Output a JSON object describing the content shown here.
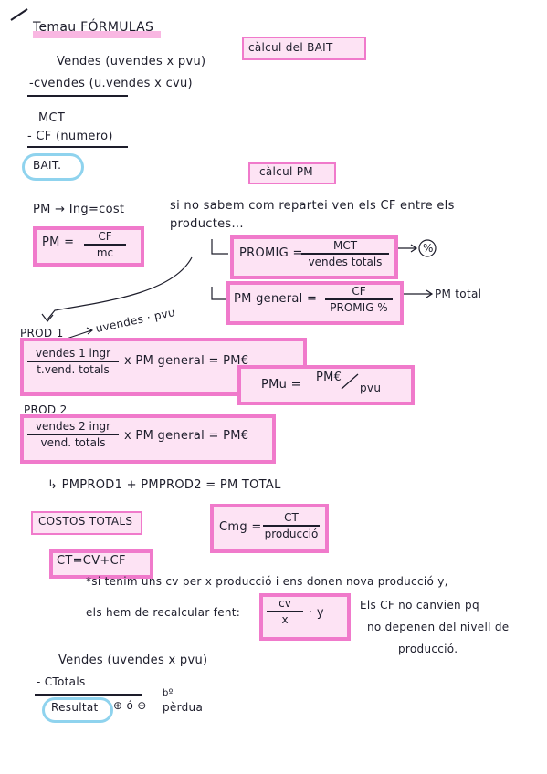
{
  "title": "Temau FÓRMULAS",
  "bait": {
    "heading": "càlcul del BAIT",
    "line1": "Vendes (uvendes x pvu)",
    "line2": "-cvendes (u.vendes x cvu)",
    "mct": "MCT",
    "cf": "- CF (numero)",
    "result": "BAIT."
  },
  "pm": {
    "heading": "càlcul PM",
    "intro": "PM → Ing=cost",
    "formula_lhs": "PM =",
    "formula_num": "CF",
    "formula_den": "mc",
    "note_line1": "si no sabem com repartei ven els CF entre els",
    "note_line2": "productes...",
    "promig_lhs": "PROMIG =",
    "promig_num": "MCT",
    "promig_den": "vendes totals",
    "percent_symbol": "%",
    "general_lhs": "PM general =",
    "general_num": "CF",
    "general_den": "PROMIG %",
    "general_arrow_label": "PM total",
    "prod1_label": "PROD 1",
    "prod1_arrow_label": "uvendes · pvu",
    "prod1_num": "vendes 1 ingr",
    "prod1_den": "t.vend. totals",
    "prod1_rhs": "x PM general = PM€",
    "pmu_lhs": "PMu =",
    "pmu_num": "PM€",
    "pmu_den": "pvu",
    "prod2_label": "PROD 2",
    "prod2_num": "vendes 2 ingr",
    "prod2_den": "vend. totals",
    "prod2_rhs": "x PM general = PM€",
    "sum": "↳ PMPROD1 + PMPROD2 = PM TOTAL"
  },
  "costs": {
    "heading": "COSTOS TOTALS",
    "cmg_lhs": "Cmg =",
    "cmg_num": "CT",
    "cmg_den": "producció",
    "ct_formula": "CT=CV+CF",
    "note_line1": "*si tenim uns cv per x producció i ens donen nova producció y,",
    "note_line2": "els hem de recalcular fent:",
    "frac_num": "cv",
    "frac_den": "x",
    "frac_mult": "· y",
    "side_line1": "Els CF no canvien pq",
    "side_line2": "no depenen del nivell de",
    "side_line3": "producció."
  },
  "result_block": {
    "line1": "Vendes (uvendes x pvu)",
    "line2": "- CTotals",
    "result": "Resultat",
    "sign": "⊕ ó ⊖",
    "suffix_top": "bº",
    "suffix_bottom": "pèrdua"
  },
  "colors": {
    "highlight": "#f07acb",
    "highlight_fill": "#fde3f4",
    "oval": "#8fd3ee",
    "ink": "#1d1d2b"
  }
}
